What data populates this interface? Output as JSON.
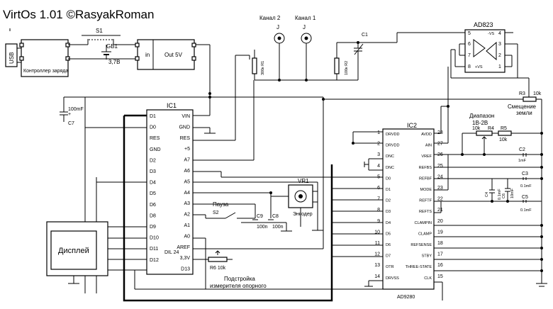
{
  "title": "VirtOs 1.01  ©RasyakRoman",
  "usb": {
    "label": "USB"
  },
  "charger": {
    "label": "Контроллер заряда"
  },
  "switch1": {
    "ref": "S1"
  },
  "battery": {
    "ref": "GB1",
    "value": "3,7В"
  },
  "regulator": {
    "in_label": "in",
    "out_label": "Out 5V"
  },
  "channels": {
    "ch2": "Канал 2",
    "ch1": "Канал 1",
    "jack": "J"
  },
  "r_ch2": "300к R1",
  "r_ch1": "100к R2",
  "c1": "C1",
  "c7": {
    "value": "100mF",
    "ref": "C7",
    "plus": "+"
  },
  "opamp": {
    "name": "AD823",
    "vs_neg": "-VS",
    "vs_pos": "+VS"
  },
  "r3": {
    "ref": "R3",
    "value": "10k",
    "label1": "Смещение",
    "label2": "земли"
  },
  "range": {
    "label1": "Диапазон",
    "label2": "1В-2В",
    "r4_ref": "R4",
    "r4_val": "10k",
    "r5_ref": "R5",
    "r5_val": "10k"
  },
  "ic1": {
    "ref": "IC1",
    "name": "DIL 24",
    "left_pins": [
      "D1",
      "D0",
      "RES",
      "GND",
      "D2",
      "D3",
      "D4",
      "D5",
      "D6",
      "D8",
      "D9",
      "D10",
      "D11",
      "D12"
    ],
    "right_pins": [
      "VIN",
      "GND",
      "RES",
      "+5",
      "A7",
      "A6",
      "A5",
      "A4",
      "A3",
      "A2",
      "A1",
      "A0",
      "AREF",
      "3,3V",
      "D13"
    ]
  },
  "vr1": {
    "ref": "VR1",
    "label": "Энкодер"
  },
  "pause": {
    "label": "Пауза",
    "ref": "S2"
  },
  "c9": {
    "ref": "C9",
    "value": "100n"
  },
  "c8": {
    "ref": "C8",
    "value": "100n"
  },
  "r6": "R6 10k",
  "ref_adjust": {
    "line1": "Подстройка",
    "line2": "измерителя опорного"
  },
  "display": {
    "label": "Дисплей"
  },
  "ic2": {
    "ref": "IC2",
    "name": "AD9280",
    "left": [
      {
        "n": "1",
        "name": "DRVDD"
      },
      {
        "n": "2",
        "name": "DRVDD"
      },
      {
        "n": "3",
        "name": "DNC"
      },
      {
        "n": "4",
        "name": "DNC"
      },
      {
        "n": "5",
        "name": "D0"
      },
      {
        "n": "6",
        "name": "D1"
      },
      {
        "n": "7",
        "name": "D2"
      },
      {
        "n": "8",
        "name": "D3"
      },
      {
        "n": "9",
        "name": "D4"
      },
      {
        "n": "10",
        "name": "D5"
      },
      {
        "n": "11",
        "name": "D6"
      },
      {
        "n": "12",
        "name": "D7"
      },
      {
        "n": "13",
        "name": "OTR"
      },
      {
        "n": "14",
        "name": "DRVSS"
      }
    ],
    "right": [
      {
        "n": "28",
        "name": "AVDD"
      },
      {
        "n": "27",
        "name": "AIN"
      },
      {
        "n": "26",
        "name": "VREF"
      },
      {
        "n": "25",
        "name": "REFBS"
      },
      {
        "n": "24",
        "name": "REFBF"
      },
      {
        "n": "23",
        "name": "MODE"
      },
      {
        "n": "22",
        "name": "REFTF"
      },
      {
        "n": "21",
        "name": "REFTS"
      },
      {
        "n": "20",
        "name": "CLAMPIN"
      },
      {
        "n": "19",
        "name": "CLAMP"
      },
      {
        "n": "18",
        "name": "REFSENSE"
      },
      {
        "n": "17",
        "name": "STBY"
      },
      {
        "n": "16",
        "name": "THREE-STATE"
      },
      {
        "n": "15",
        "name": "CLK"
      }
    ]
  },
  "c2": {
    "ref": "C2",
    "value": "1mF"
  },
  "c3": {
    "ref": "C3",
    "value": "0.1mF"
  },
  "c4": {
    "ref": "C4",
    "value": "0.1mF"
  },
  "c6": {
    "ref": "C6",
    "value": "10mF"
  },
  "c5": {
    "ref": "C5",
    "value": "0.1mF"
  }
}
